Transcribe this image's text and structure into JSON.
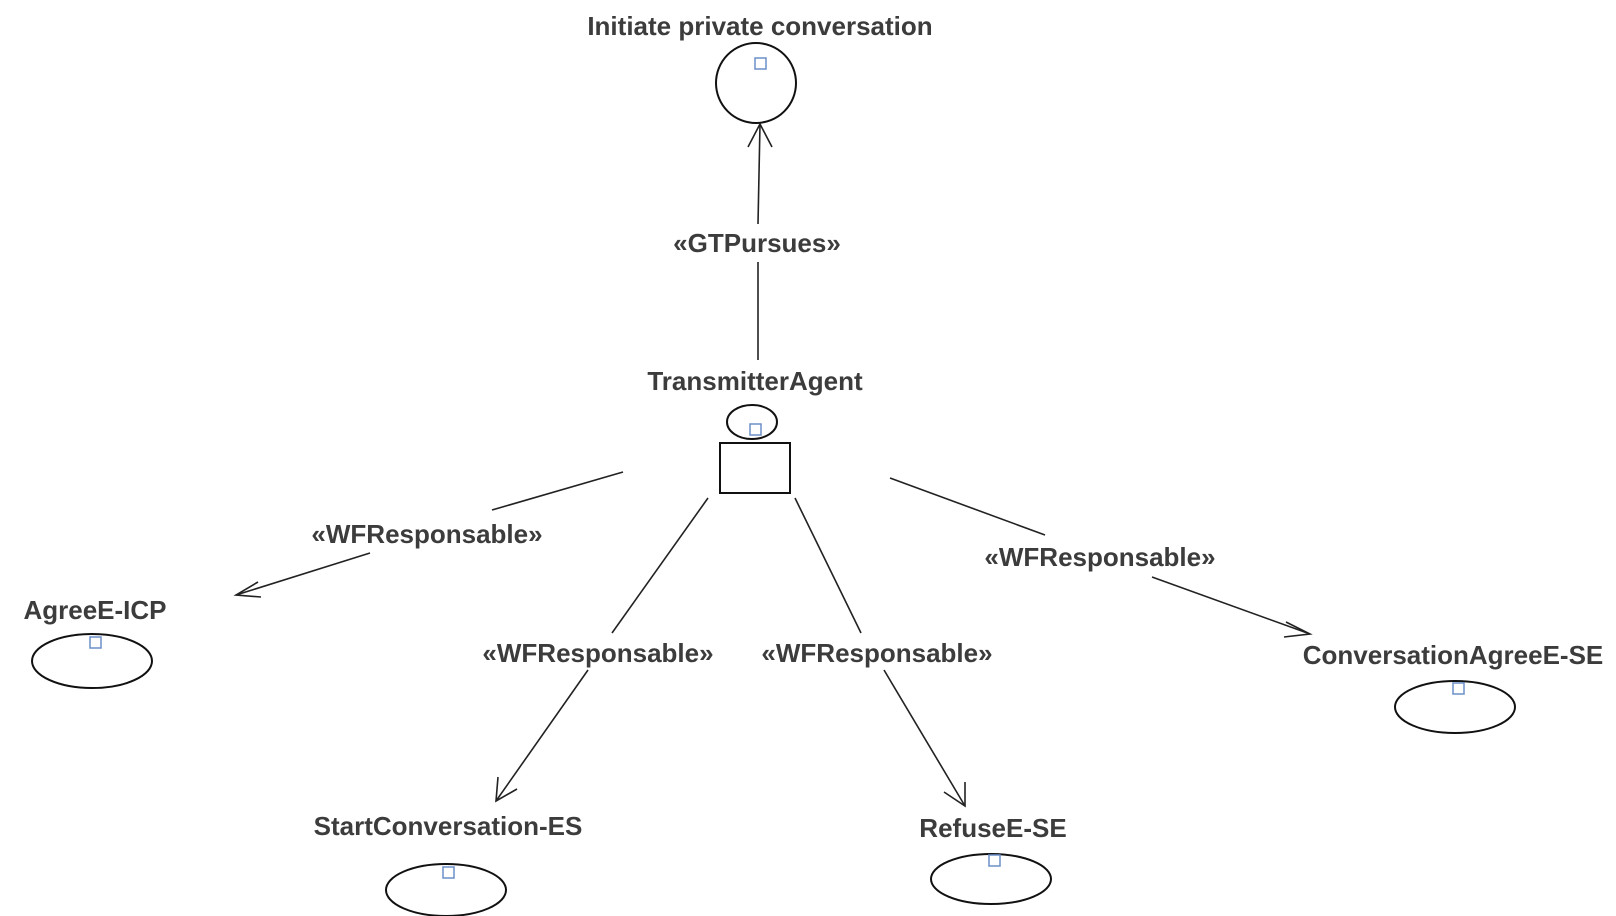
{
  "diagram": {
    "goal": {
      "label": "Initiate private conversation"
    },
    "agent": {
      "label": "TransmitterAgent"
    },
    "pursues_edge": {
      "label": "«GTPursues»"
    },
    "tasks": [
      {
        "label": "AgreeE-ICP"
      },
      {
        "label": "StartConversation-ES"
      },
      {
        "label": "RefuseE-SE"
      },
      {
        "label": "ConversationAgreeE-SE"
      }
    ],
    "responsable_edges": [
      {
        "label": "«WFResponsable»"
      },
      {
        "label": "«WFResponsable»"
      },
      {
        "label": "«WFResponsable»"
      },
      {
        "label": "«WFResponsable»"
      }
    ]
  }
}
